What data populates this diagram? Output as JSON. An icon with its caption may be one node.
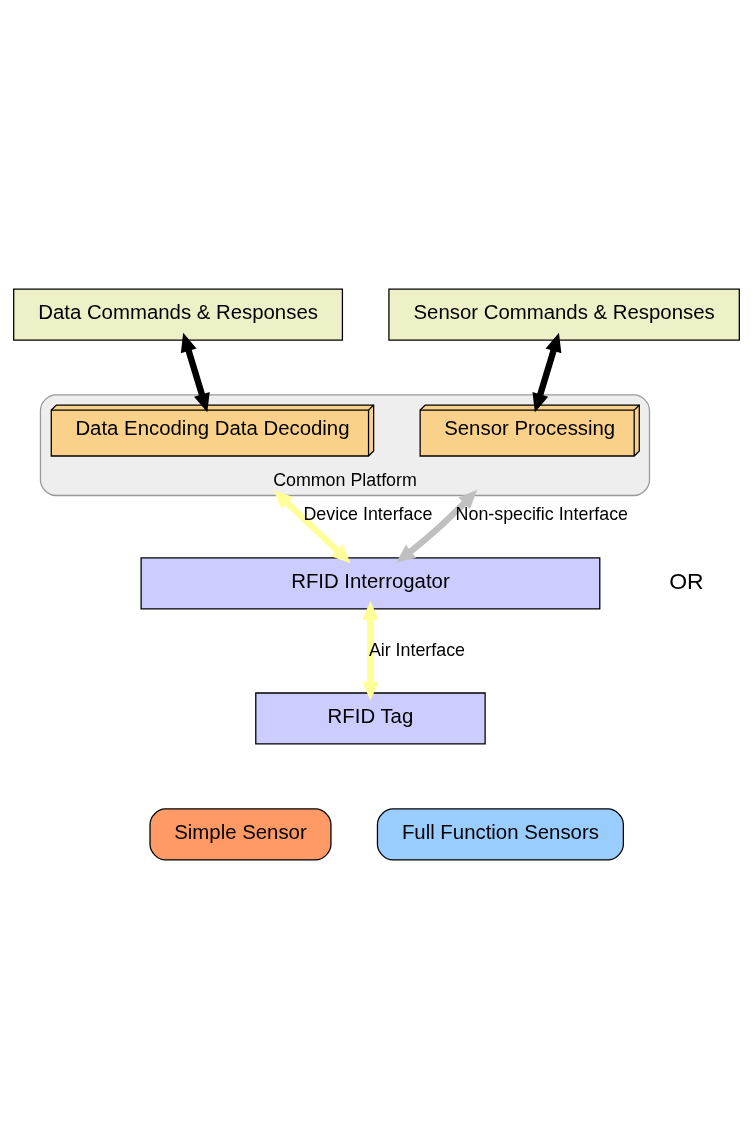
{
  "diagram": {
    "nodes": [
      {
        "text": [
          "Data Commands & Responses"
        ]
      },
      {
        "text": [
          "Sensor Commands & Responses"
        ]
      },
      {
        "text": [
          "Common Platform"
        ]
      },
      {
        "text": [
          "Data Encoding Data Decoding"
        ],
        "in": 2
      },
      {
        "text": [
          "Sensor Processing"
        ],
        "in": 2
      },
      {
        "text": [
          "RFID Interrogator"
        ]
      },
      {
        "text": [
          "RFID Tag"
        ]
      },
      {
        "text": [
          "Simple Sensor"
        ]
      },
      {
        "text": [
          "Full Function Sensors"
        ]
      }
    ],
    "edges": [
      {
        "from": 0,
        "to": 3,
        "arrow": "both"
      },
      {
        "from": 1,
        "to": 4,
        "arrow": "both"
      },
      {
        "from": 2,
        "to": 5,
        "arrow": "both",
        "label": "Device Interface",
        "color": "#ffff99"
      },
      {
        "from": 2,
        "to": 5,
        "arrow": "both",
        "label": "Non-specific Interface",
        "color": "#c0c0c0"
      },
      {
        "from": 5,
        "to": 6,
        "arrow": "both",
        "label": "Air Interface",
        "color": "#ffff99"
      }
    ],
    "labels": [
      "OR"
    ]
  }
}
